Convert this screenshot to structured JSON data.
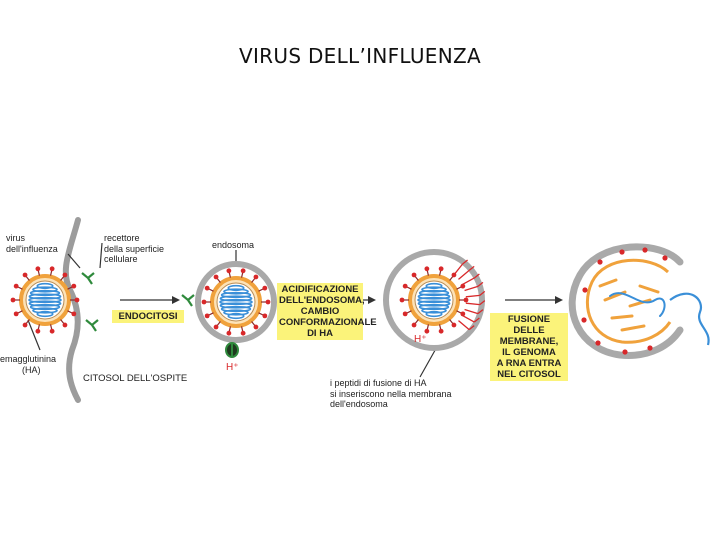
{
  "title": "VIRUS DELL’INFLUENZA",
  "labels": {
    "virus": [
      "virus",
      "dell'influenza"
    ],
    "receptor": [
      "recettore",
      "della superficie",
      "cellulare"
    ],
    "endosome": "endosoma",
    "hemagglutinin": [
      "emagglutinina",
      "(HA)"
    ],
    "cytosol": "CITOSOL DELL'OSPITE",
    "peptides": [
      "i peptidi di fusione di HA",
      "si inseriscono nella membrana",
      "dell'endosoma"
    ],
    "proton": "H⁺"
  },
  "steps": [
    {
      "lines": [
        "ENDOCITOSI"
      ]
    },
    {
      "lines": [
        "ACIDIFICAZIONE",
        "DELL'ENDOSOMA,",
        "CAMBIO",
        "CONFORMAZIONALE",
        "DI HA"
      ]
    },
    {
      "lines": [
        "FUSIONE",
        "DELLE",
        "MEMBRANE,",
        "IL GENOMA",
        "A RNA ENTRA",
        "NEL CITOSOL"
      ]
    }
  ],
  "colors": {
    "membrane": "#a9a9a9",
    "envelope": "#f0a23c",
    "capsid": "#3a8fd8",
    "spike": "#d8282a",
    "receptor": "#2f8a3c",
    "highlight": "#fbf37a"
  }
}
